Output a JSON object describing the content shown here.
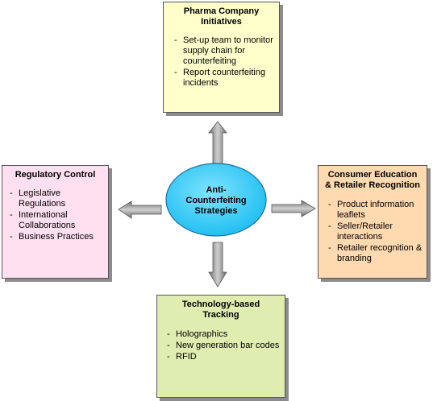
{
  "center": {
    "label": "Anti-\nCounterfeiting\nStrategies"
  },
  "boxes": {
    "top": {
      "title": "Pharma Company\nInitiatives",
      "items": [
        "Set-up team to monitor supply chain for counterfeiting",
        "Report counterfeiting incidents"
      ]
    },
    "left": {
      "title": "Regulatory Control",
      "items": [
        "Legislative Regulations",
        "International Collaborations",
        "Business Practices"
      ]
    },
    "right": {
      "title": "Consumer Education\n& Retailer Recognition",
      "items": [
        "Product information leaflets",
        "Seller/Retailer interactions",
        "Retailer recognition & branding"
      ]
    },
    "bottom": {
      "title": "Technology-based\nTracking",
      "items": [
        "Holographics",
        "New generation bar codes",
        "RFID"
      ]
    }
  },
  "colors": {
    "top_box": "#ffffcc",
    "left_box": "#ffe0f0",
    "right_box": "#ffd9b0",
    "bottom_box": "#dfedb0",
    "ellipse": "#33ccff",
    "arrow": "#8a8a8a"
  }
}
